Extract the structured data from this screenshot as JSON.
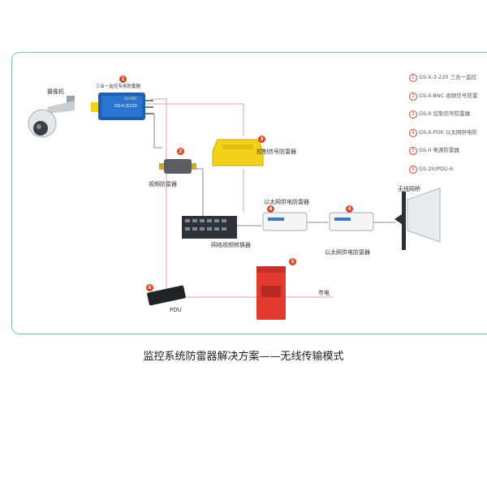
{
  "labels": {
    "camera": "摄像机",
    "combo_protector_caption": "三合一监控专用防雷器",
    "combo_protector_model": "GS-X-3/220",
    "combo_protector_tag": "GS-RPR",
    "video_protector": "视频防雷器",
    "control_protector": "控制信号防雷器",
    "video_switch": "网络视频转换器",
    "poe_protector_1": "以太网供电防雷器",
    "poe_protector_2": "以太网供电防雷器",
    "wireless_bridge": "无线网桥",
    "pdu": "PDU",
    "mains": "市电"
  },
  "markers": [
    "1",
    "2",
    "3",
    "4",
    "4",
    "5",
    "6"
  ],
  "legend": [
    {
      "num": "1",
      "text": "GS-X-3-220 三合一监控"
    },
    {
      "num": "2",
      "text": "GS-X-BNC 视频信号防雷"
    },
    {
      "num": "3",
      "text": "GS-X 控制信号防雷器"
    },
    {
      "num": "4",
      "text": "GS-X-POE 以太网供电防"
    },
    {
      "num": "5",
      "text": "GS-II 电源防雷器"
    },
    {
      "num": "6",
      "text": "GS-20/PDU-6"
    }
  ],
  "caption": "监控系统防雷器解决方案——无线传输模式",
  "colors": {
    "frame": "#7fc6a4",
    "marker": "#d9442a",
    "wire_red": "#e6a0a0",
    "wire_gray": "#8a8a8a",
    "surge_red": "#e23a2e",
    "yellow": "#f2d21a"
  }
}
